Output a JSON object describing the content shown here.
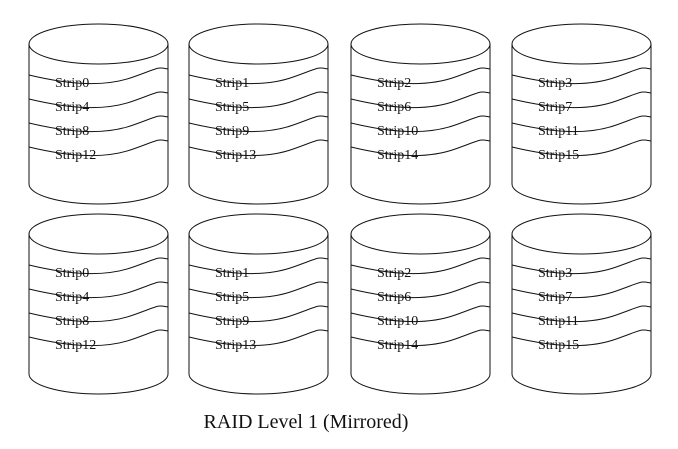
{
  "caption": "RAID Level 1 (Mirrored)",
  "rows": [
    {
      "disks": [
        {
          "strips": [
            "Strip0",
            "Strip4",
            "Strip8",
            "Strip12"
          ]
        },
        {
          "strips": [
            "Strip1",
            "Strip5",
            "Strip9",
            "Strip13"
          ]
        },
        {
          "strips": [
            "Strip2",
            "Strip6",
            "Strip10",
            "Strip14"
          ]
        },
        {
          "strips": [
            "Strip3",
            "Strip7",
            "Strip11",
            "Strip15"
          ]
        }
      ]
    },
    {
      "disks": [
        {
          "strips": [
            "Strip0",
            "Strip4",
            "Strip8",
            "Strip12"
          ]
        },
        {
          "strips": [
            "Strip1",
            "Strip5",
            "Strip9",
            "Strip13"
          ]
        },
        {
          "strips": [
            "Strip2",
            "Strip6",
            "Strip10",
            "Strip14"
          ]
        },
        {
          "strips": [
            "Strip3",
            "Strip7",
            "Strip11",
            "Strip15"
          ]
        }
      ]
    }
  ]
}
